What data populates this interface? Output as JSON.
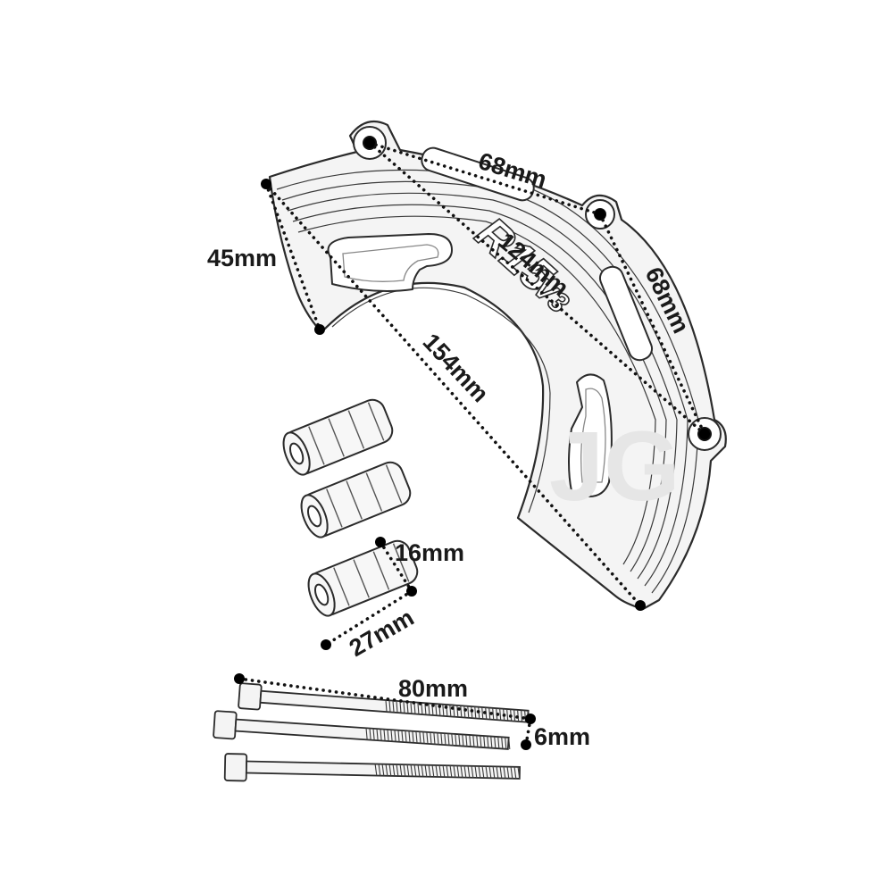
{
  "part_logo": {
    "model": "R15",
    "version": "V3"
  },
  "watermark": "JG",
  "dimensions": {
    "cover_hole_spacing_top": "68mm",
    "cover_hole_spacing_side": "68mm",
    "cover_hole_diagonal": "124mm",
    "cover_width": "45mm",
    "cover_length": "154mm",
    "spacer_diameter": "16mm",
    "spacer_length": "27mm",
    "bolt_length": "80mm",
    "bolt_diameter": "6mm"
  },
  "items": {
    "spacers": 3,
    "bolts": 3
  }
}
